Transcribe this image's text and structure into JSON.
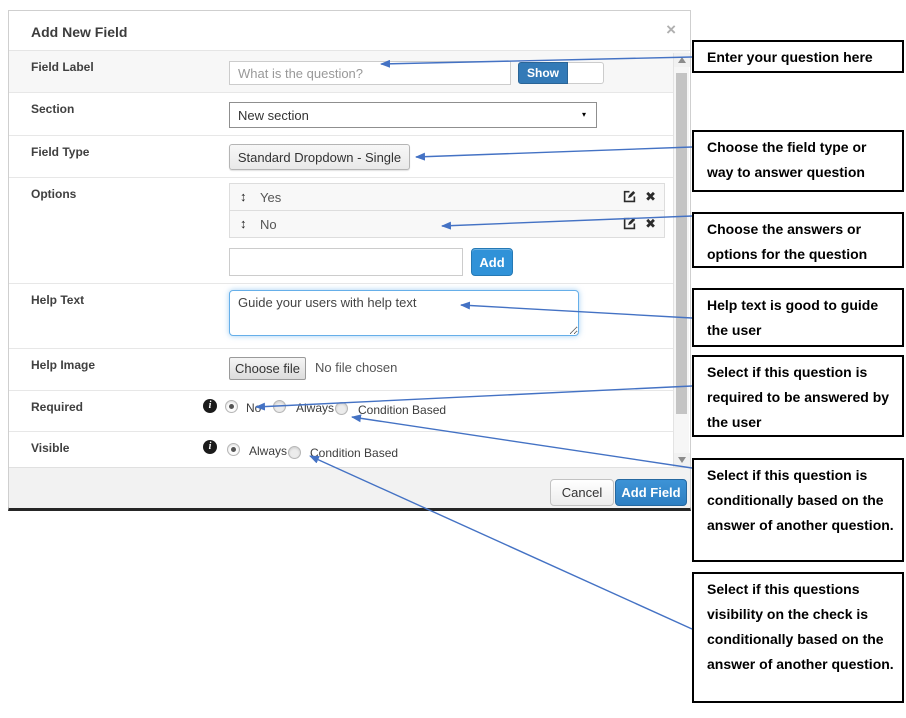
{
  "colors": {
    "show_button_blue": "#337ab7",
    "add_button_blue": "#3092d8",
    "add_field_blue": "#2e7fc2",
    "arrow_blue": "#4472c4",
    "row_stripe_gray": "#f7f7f7"
  },
  "modal": {
    "title": "Add New Field",
    "close_icon": "×",
    "field_label": {
      "label": "Field Label",
      "placeholder": "What is the question?",
      "show_button": "Show"
    },
    "section": {
      "label": "Section",
      "value": "New section",
      "caret_icon": "▾"
    },
    "field_type": {
      "label": "Field Type",
      "value": "Standard Dropdown - Single"
    },
    "options": {
      "label": "Options",
      "move_icon": "↕",
      "delete_icon": "✖",
      "items": [
        {
          "label": "Yes"
        },
        {
          "label": "No"
        }
      ],
      "add_value": "",
      "add_button": "Add"
    },
    "help_text": {
      "label": "Help Text",
      "value": "Guide your users with help text"
    },
    "help_image": {
      "label": "Help Image",
      "button": "Choose file",
      "status": "No file chosen"
    },
    "required": {
      "label": "Required",
      "info_icon": "i",
      "selected": "No",
      "options": [
        "No",
        "Always",
        "Condition Based"
      ]
    },
    "visible": {
      "label": "Visible",
      "info_icon": "i",
      "selected": "Always",
      "options": [
        "Always",
        "Condition Based"
      ]
    },
    "footer": {
      "cancel": "Cancel",
      "submit": "Add Field"
    }
  },
  "annotations": [
    {
      "text": "Enter your question here"
    },
    {
      "text": "Choose the field type or way to answer question"
    },
    {
      "text": "Choose the answers or options for the question"
    },
    {
      "text": "Help text is good to guide the user"
    },
    {
      "text": "Select if this question is required to be answered by the user"
    },
    {
      "text": "Select if this question is conditionally based on the answer of another question."
    },
    {
      "text": "Select if this questions visibility on the check is conditionally based on the answer of another question."
    }
  ]
}
